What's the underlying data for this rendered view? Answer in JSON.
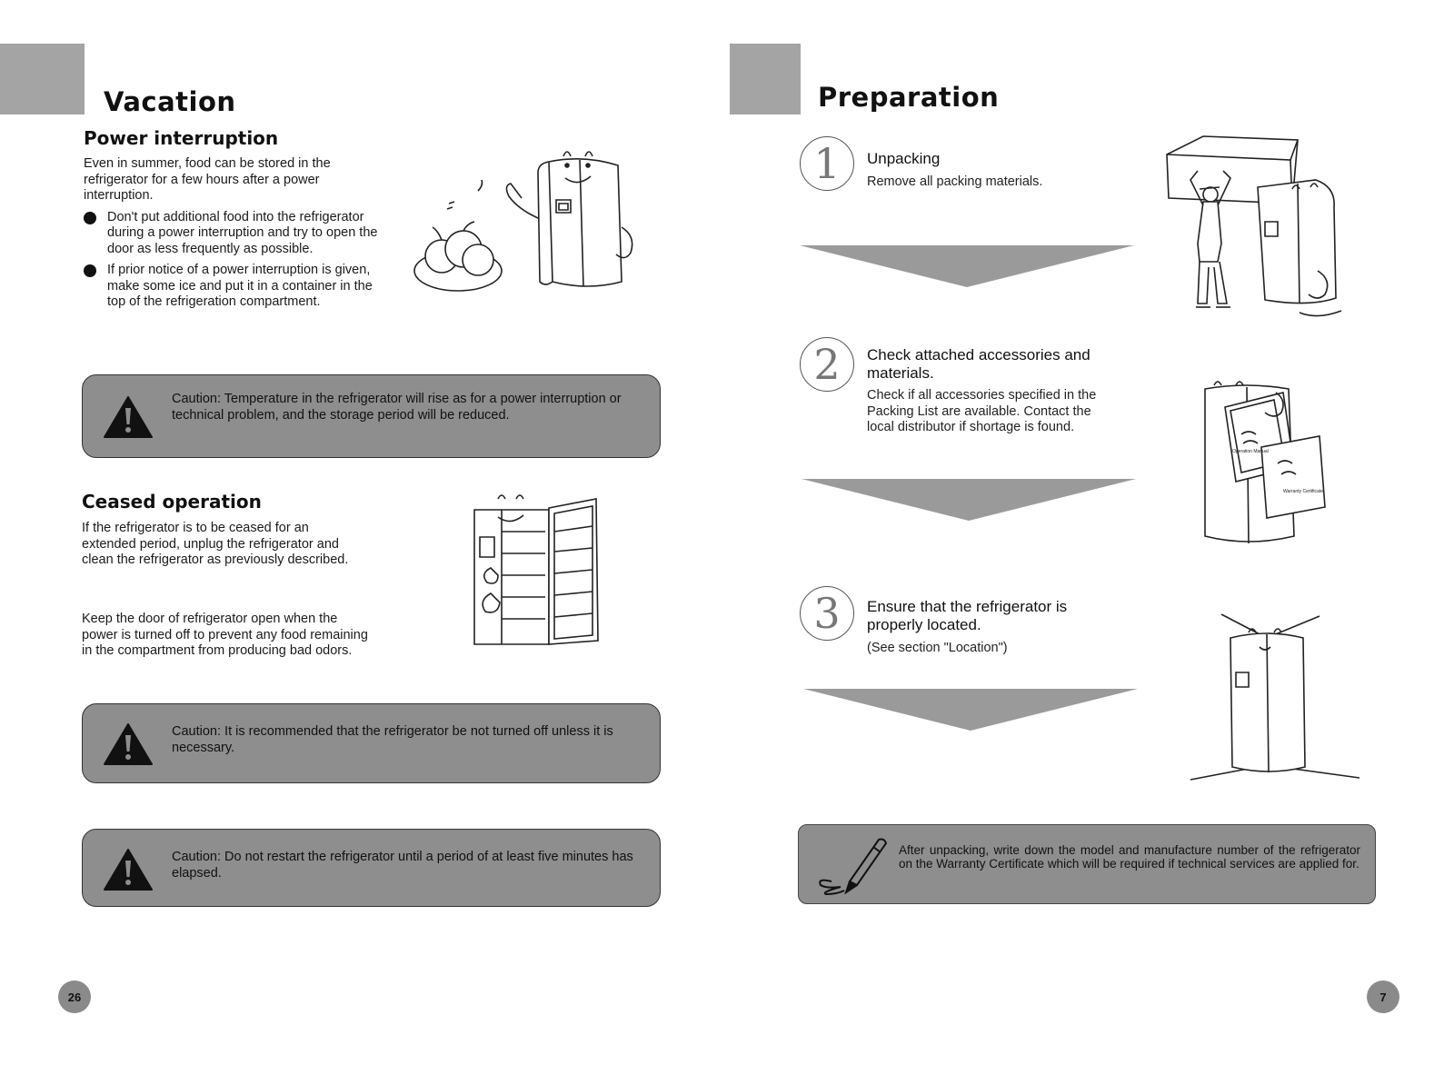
{
  "left_page": {
    "title": "Vacation",
    "power_interruption": {
      "heading": "Power interruption",
      "intro": "Even in summer, food can be stored in the refrigerator for a few hours after a power interruption.",
      "bullets": [
        "Don't put additional food into the refrigerator during a power interruption and try to open the door as less frequently as possible.",
        "If prior notice of a power interruption is given, make some ice and put it in a container in the top of the refrigeration compartment."
      ]
    },
    "caution_1": "Caution: Temperature in the refrigerator will rise as for a power interruption or technical problem, and the storage period will be reduced.",
    "ceased_operation": {
      "heading": "Ceased operation",
      "para1": "If the refrigerator is to be ceased for an extended period, unplug the refrigerator and clean the refrigerator as previously described.",
      "para2": "Keep the door of refrigerator open when the power is turned off to prevent any food remaining in the compartment from producing bad odors."
    },
    "caution_2": "Caution: It is recommended that the refrigerator be not turned off unless it is necessary.",
    "caution_3": "Caution: Do not restart the refrigerator until a period of at least five minutes has elapsed.",
    "page_number": "26"
  },
  "right_page": {
    "title": "Preparation",
    "steps": [
      {
        "number": "1",
        "title": "Unpacking",
        "desc": "Remove all packing materials."
      },
      {
        "number": "2",
        "title": "Check attached accessories and materials.",
        "desc": "Check if all accessories specified in the Packing List are available. Contact the local distributor if shortage is found."
      },
      {
        "number": "3",
        "title": "Ensure that the refrigerator is properly located.",
        "desc": "(See section \"Location\")"
      }
    ],
    "illustration_labels": {
      "operation_manual": "Operation Manual",
      "warranty_certificate": "Warranty Certificate"
    },
    "note": "After unpacking, write down the model and manufacture number of the refrigerator on the Warranty Certificate which will be required if technical services are applied for.",
    "page_number": "7"
  },
  "icons": [
    "warning-triangle-icon",
    "pencil-icon"
  ],
  "colors": {
    "box_gray": "#8e8e8e",
    "tab_gray": "#a4a4a4",
    "arrow_gray": "#9a9a9a"
  }
}
